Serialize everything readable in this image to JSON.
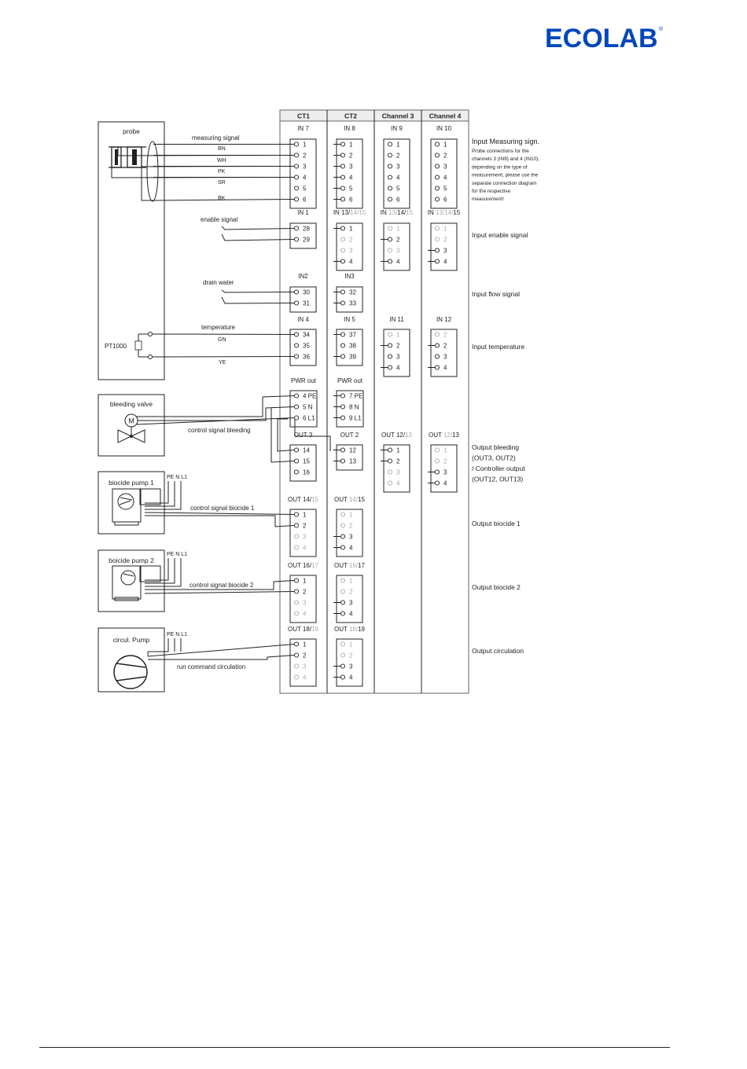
{
  "header": {
    "logo_text": "ECOLAB",
    "brand_color": "#0047bb"
  },
  "table": {
    "columns": [
      "CT1",
      "CT2",
      "Channel 3",
      "Channel 4"
    ]
  },
  "devices": {
    "probe": "probe",
    "pt1000": "PT1000",
    "bleeding_valve": "bleeding valve",
    "motor_symbol": "M",
    "biocide_pump_1": "biocide pump 1",
    "biocide_pump_2": "boicide pump 2",
    "circ_pump": "circul. Pump",
    "pe_n_l1": "PE N L1"
  },
  "wire_labels": {
    "measuring_signal": "measuring signal",
    "bn": "BN",
    "wh": "WH",
    "pk": "PK",
    "sr": "SR",
    "bk": "BK",
    "enable_signal": "enable signal",
    "drain_water": "drain water",
    "temperature": "temperature",
    "gn": "GN",
    "ye": "YE",
    "control_signal_bleeding": "control signal bleeding",
    "control_signal_biocide_1": "control signal biocide 1",
    "control_signal_biocide_2": "control signal biocide 2",
    "run_command_circulation": "run command circulation"
  },
  "blocks": [
    {
      "id": "ct1-in7",
      "title": [
        "IN 7"
      ],
      "pins": [
        "1",
        "2",
        "3",
        "4",
        "5",
        "6"
      ]
    },
    {
      "id": "ct2-in8",
      "title": [
        "IN 8"
      ],
      "pins": [
        "1",
        "2",
        "3",
        "4",
        "5",
        "6"
      ]
    },
    {
      "id": "ch3-in9",
      "title": [
        "IN 9"
      ],
      "pins": [
        "1",
        "2",
        "3",
        "4",
        "5",
        "6"
      ]
    },
    {
      "id": "ch4-in10",
      "title": [
        "IN 10"
      ],
      "pins": [
        "1",
        "2",
        "3",
        "4",
        "5",
        "6"
      ]
    },
    {
      "id": "ct1-in1",
      "title": [
        "IN 1"
      ],
      "pins": [
        "28",
        "29"
      ]
    },
    {
      "id": "ct2-in13",
      "title": [
        "IN 13/",
        "14/15"
      ],
      "pins": [
        "1",
        "2",
        "3",
        "4"
      ]
    },
    {
      "id": "ch3-in13",
      "title": [
        "IN ",
        "13/",
        "14/",
        "15"
      ],
      "pins": [
        "1",
        "2",
        "3",
        "4"
      ]
    },
    {
      "id": "ch4-in13",
      "title": [
        "IN ",
        "13/14/",
        "15"
      ],
      "pins": [
        "1",
        "2",
        "3",
        "4"
      ]
    },
    {
      "id": "ct1-in2",
      "title": [
        "IN2"
      ],
      "pins": [
        "30",
        "31"
      ]
    },
    {
      "id": "ct2-in3",
      "title": [
        "IN3"
      ],
      "pins": [
        "32",
        "33"
      ]
    },
    {
      "id": "ct1-in4",
      "title": [
        "IN 4"
      ],
      "pins": [
        "34",
        "35",
        "36"
      ]
    },
    {
      "id": "ct2-in5",
      "title": [
        "IN 5"
      ],
      "pins": [
        "37",
        "38",
        "39"
      ]
    },
    {
      "id": "ch3-in11",
      "title": [
        "IN 11"
      ],
      "pins": [
        "1",
        "2",
        "3",
        "4"
      ]
    },
    {
      "id": "ch4-in12",
      "title": [
        "IN 12"
      ],
      "pins": [
        "2",
        "2",
        "3",
        "4"
      ]
    },
    {
      "id": "ct1-pwr",
      "title": [
        "PWR out"
      ],
      "pins": [
        "4 PE",
        "5 N",
        "6 L1"
      ]
    },
    {
      "id": "ct2-pwr",
      "title": [
        "PWR out"
      ],
      "pins": [
        "7 PE",
        "8 N",
        "9 L1"
      ]
    },
    {
      "id": "ct1-out3",
      "title": [
        "OUT 3"
      ],
      "pins": [
        "14",
        "15",
        "16"
      ]
    },
    {
      "id": "ct2-out2",
      "title": [
        "OUT 2"
      ],
      "pins": [
        "12",
        "13"
      ]
    },
    {
      "id": "ch3-out12",
      "title": [
        "OUT 12/",
        "13"
      ],
      "pins": [
        "1",
        "2",
        "3",
        "4"
      ]
    },
    {
      "id": "ch4-out12",
      "title": [
        "OUT ",
        "12/",
        "13"
      ],
      "pins": [
        "1",
        "2",
        "3",
        "4"
      ]
    },
    {
      "id": "ct1-out14",
      "title": [
        "OUT 14/",
        "15"
      ],
      "pins": [
        "1",
        "2",
        "3",
        "4"
      ]
    },
    {
      "id": "ct2-out14",
      "title": [
        "OUT ",
        "14/",
        "15"
      ],
      "pins": [
        "1",
        "2",
        "3",
        "4"
      ]
    },
    {
      "id": "ct1-out16",
      "title": [
        "OUT 16/",
        "17"
      ],
      "pins": [
        "1",
        "2",
        "3",
        "4"
      ]
    },
    {
      "id": "ct2-out16",
      "title": [
        "OUT ",
        "16/",
        "17"
      ],
      "pins": [
        "1",
        "2",
        "3",
        "4"
      ]
    },
    {
      "id": "ct1-out18",
      "title": [
        "OUT 18/",
        "19"
      ],
      "pins": [
        "1",
        "2",
        "3",
        "4"
      ]
    },
    {
      "id": "ct2-out18",
      "title": [
        "OUT ",
        "18/",
        "19"
      ],
      "pins": [
        "1",
        "2",
        "3",
        "4"
      ]
    }
  ],
  "right_labels": {
    "input_measuring_title": "Input Measuring sign.",
    "input_measuring_note": [
      "Probe connections for the",
      "channels 3 (IN9) and 4 (IN10),",
      "depending on the type of",
      "measurement, please use the",
      "separate connection diagram",
      "for the respective",
      "measurement!"
    ],
    "input_enable": "Input enable signal",
    "input_flow": "Input flow signal",
    "input_temperature": "Input temperature",
    "output_bleeding": [
      "Output bleeding",
      "(OUT3, OUT2)",
      "/ Controller output",
      "(OUT12, OUT13)"
    ],
    "output_biocide_1": "Output biocide 1",
    "output_biocide_2": "Output biocide 2",
    "output_circulation": "Output circulation"
  }
}
